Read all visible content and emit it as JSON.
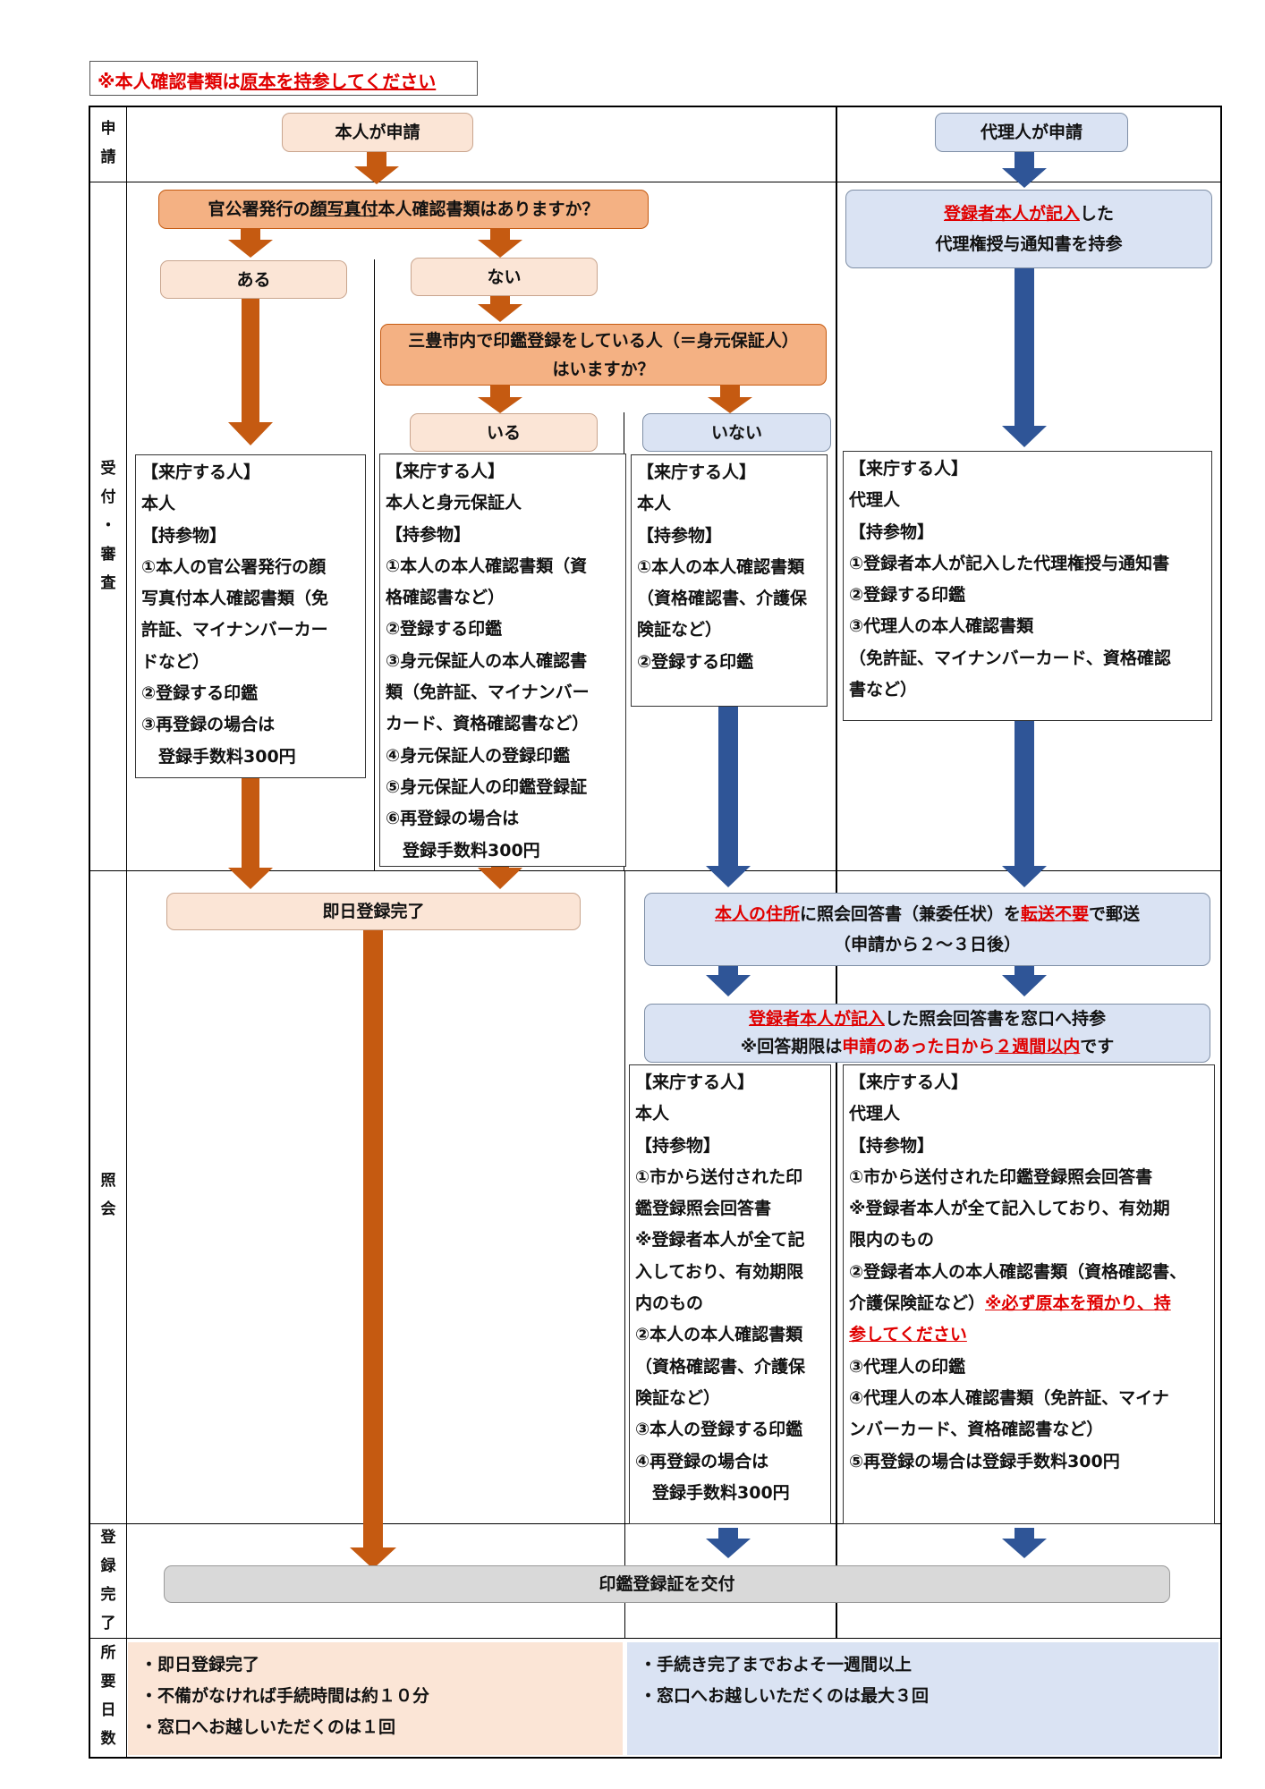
{
  "note": {
    "prefix": "※本人確認書類は",
    "emph": "原本を持参してください"
  },
  "row_labels": {
    "apply": "申\n請",
    "review": "受\n付\n・\n審\n査",
    "inquiry": "照\n会",
    "complete": "登\n録\n完\n了",
    "days": "所\n要\n日\n数"
  },
  "flow": {
    "self_apply": "本人が申請",
    "proxy_apply": "代理人が申請",
    "q_photo_id": {
      "a": "官公署発行の",
      "b": "顔写真付",
      "c": "本人確認書類はありますか？"
    },
    "yes": "ある",
    "no": "ない",
    "q_guarantor": {
      "line1": "三豊市内で印鑑登録をしている人（＝身元保証人）",
      "line2": "はいますか？"
    },
    "guarantor_yes": "いる",
    "guarantor_no": "いない",
    "proxy_doc": {
      "red": "登録者本人が記入",
      "tail": "した",
      "line2": "代理権授与通知書を持参"
    },
    "same_day": "即日登録完了",
    "mail": {
      "red1": "本人の住所",
      "mid": "に照会回答書（兼委任状）を",
      "red2": "転送不要",
      "tail": "で郵送",
      "line2": "（申請から２～３日後）"
    },
    "bring_back": {
      "red": "登録者本人が記入",
      "tail": "した照会回答書を窓口へ持参",
      "line2a": "※回答期限は",
      "line2b": "申請のあった日から",
      "line2c": "２週間以内",
      "line2d": "です"
    },
    "issue": "印鑑登録証を交付"
  },
  "boxes": {
    "self_with_id": [
      "【来庁する人】",
      "本人",
      "【持参物】",
      "①本人の官公署発行の顔",
      "写真付本人確認書類（免",
      "許証、マイナンバーカー",
      "ドなど）",
      "②登録する印鑑",
      "③再登録の場合は",
      "　登録手数料300円"
    ],
    "with_guarantor": [
      "【来庁する人】",
      "本人と身元保証人",
      "【持参物】",
      "①本人の本人確認書類（資",
      "格確認書など）",
      "②登録する印鑑",
      "③身元保証人の本人確認書",
      "類（免許証、マイナンバー",
      "カード、資格確認書など）",
      "④身元保証人の登録印鑑",
      "⑤身元保証人の印鑑登録証",
      "⑥再登録の場合は",
      "　登録手数料300円"
    ],
    "no_guarantor": [
      "【来庁する人】",
      "本人",
      "【持参物】",
      "①本人の本人確認書類",
      "（資格確認書、介護保",
      "険証など）",
      "②登録する印鑑"
    ],
    "proxy": [
      "【来庁する人】",
      "代理人",
      "【持参物】",
      "①登録者本人が記入した代理権授与通知書",
      "②登録する印鑑",
      "③代理人の本人確認書類",
      "（免許証、マイナンバーカード、資格確認",
      "書など）"
    ],
    "inquiry_self": [
      "【来庁する人】",
      "本人",
      "【持参物】",
      "①市から送付された印",
      "鑑登録照会回答書",
      "※登録者本人が全て記",
      "入しており、有効期限",
      "内のもの",
      "②本人の本人確認書類",
      "（資格確認書、介護保",
      "険証など）",
      "③本人の登録する印鑑",
      "④再登録の場合は",
      "　登録手数料300円"
    ],
    "inquiry_proxy": {
      "lines_a": [
        "【来庁する人】",
        "代理人",
        "【持参物】",
        "①市から送付された印鑑登録照会回答書",
        "※登録者本人が全て記入しており、有効期",
        "限内のもの",
        "②登録者本人の本人確認書類（資格確認書、"
      ],
      "line_b_plain": "介護保険証など）",
      "line_b_red": "※必ず原本を預かり、持",
      "line_c_red": "参してください",
      "lines_d": [
        "③代理人の印鑑",
        "④代理人の本人確認書類（免許証、マイナ",
        "ンバーカード、資格確認書など）",
        "⑤再登録の場合は登録手数料300円"
      ]
    }
  },
  "summary": {
    "left": [
      "・即日登録完了",
      "・不備がなければ手続時間は約１０分",
      "・窓口へお越しいただくのは１回"
    ],
    "right": [
      "・手続き完了までおよそ一週間以上",
      "・窓口へお越しいただくのは最大３回"
    ]
  },
  "colors": {
    "orange_arrow": "#c55a11",
    "blue_arrow": "#2f5597",
    "light_orange": "#fbe5d6",
    "mid_orange": "#f4b183",
    "light_blue": "#dae3f3",
    "gray": "#d9d9d9",
    "red_text": "#e00000"
  }
}
